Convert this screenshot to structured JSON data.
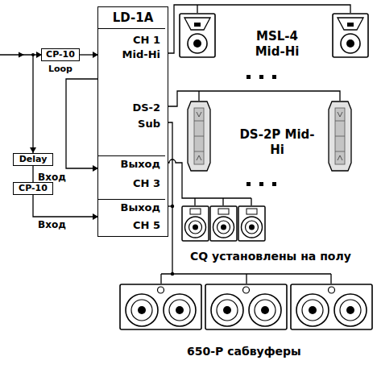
{
  "diagram": {
    "nodes": [
      {
        "text": [
          "LD-1A"
        ]
      },
      {
        "text": [
          "CH 1",
          "Mid-Hi",
          "DS-2",
          "Sub"
        ],
        "in": 0
      },
      {
        "text": [
          "Выход",
          "CH 3"
        ],
        "in": 0
      },
      {
        "text": [
          "Выход",
          "CH 5"
        ],
        "in": 0
      },
      {
        "text": [
          "CP-10"
        ]
      },
      {
        "text": [
          "Delay"
        ]
      },
      {
        "text": [
          "CP-10"
        ]
      }
    ],
    "edges": [
      {
        "from": 4,
        "to": 1,
        "arrow": "to"
      },
      {
        "from": 1,
        "to": 2,
        "arrow": "to"
      },
      {
        "from": 5,
        "to": 6,
        "arrow": "none"
      },
      {
        "from": 6,
        "to": 3,
        "arrow": "to"
      }
    ],
    "labels": [
      "Loop",
      "Вход",
      "Вход",
      "MSL-4 Mid-Hi",
      "DS-2P Mid-Hi",
      "CQ установлены на полу",
      "650-P сабвуферы"
    ]
  }
}
